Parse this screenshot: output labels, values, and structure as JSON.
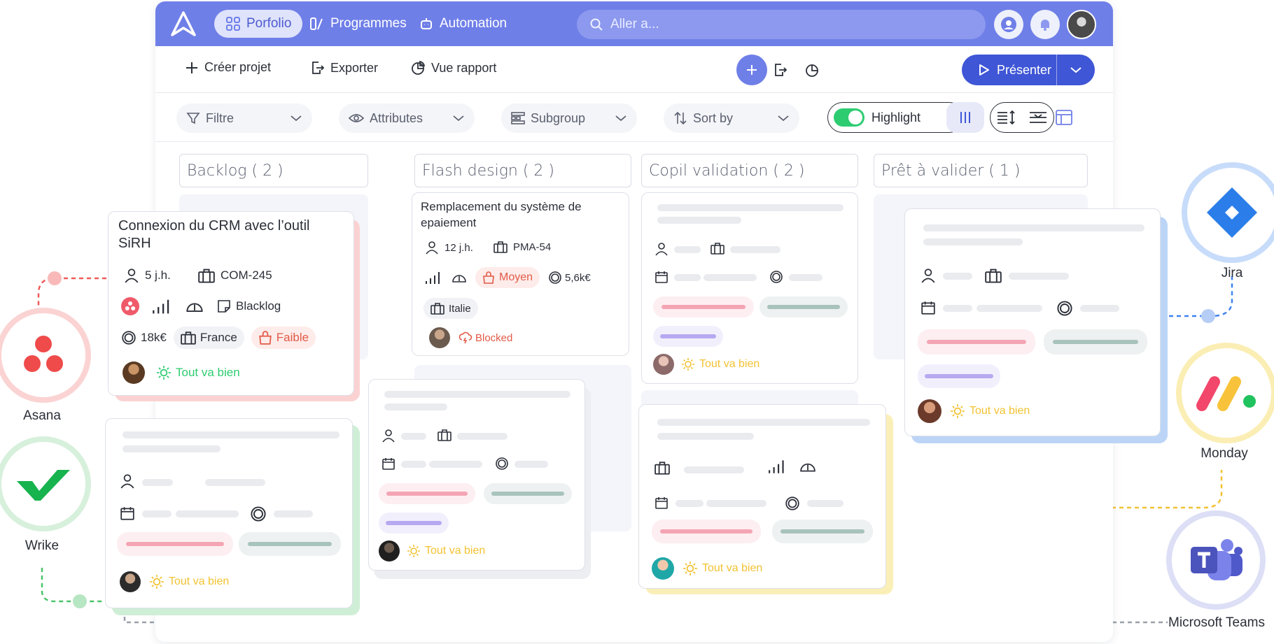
{
  "topbar": {
    "nav": [
      {
        "label": "Porfolio",
        "active": true
      },
      {
        "label": "Programmes",
        "active": false
      },
      {
        "label": "Automation",
        "active": false
      }
    ],
    "search_placeholder": "Aller a..."
  },
  "toolbar": {
    "create_label": "Créer projet",
    "export_label": "Exporter",
    "report_label": "Vue rapport",
    "present_label": "Présenter"
  },
  "filterbar": {
    "filter_label": "Filtre",
    "attributes_label": "Attributes",
    "subgroup_label": "Subgroup",
    "sort_label": "Sort by",
    "highlight_label": "Highlight",
    "highlight_on": true
  },
  "columns": [
    {
      "title": "Backlog ( 2 )"
    },
    {
      "title": "Flash design ( 2 )"
    },
    {
      "title": "Copil validation ( 2 )"
    },
    {
      "title": "Prêt à valider ( 1 )"
    }
  ],
  "cards": {
    "crm": {
      "title": "Connexion du CRM avec l’outil SiRH",
      "effort": "5 j.h.",
      "code": "COM-245",
      "status": "Blacklog",
      "budget": "18k€",
      "country": "France",
      "priority": "Faible",
      "health": "Tout va bien"
    },
    "epaiement": {
      "title": "Remplacement du système de epaiement",
      "effort": "12 j.h.",
      "code": "PMA-54",
      "priority": "Moyen",
      "budget": "5,6k€",
      "country": "Italie",
      "flag": "Blocked"
    },
    "placeholder_health": "Tout va bien"
  },
  "integrations": {
    "asana": "Asana",
    "wrike": "Wrike",
    "jira": "Jira",
    "monday": "Monday",
    "teams": "Microsoft Teams"
  },
  "colors": {
    "brand": "#6f7fe8",
    "present": "#3f56d6",
    "ok": "#f2c232",
    "ok_green": "#2ecc71",
    "priority_red": "#e25a47"
  }
}
